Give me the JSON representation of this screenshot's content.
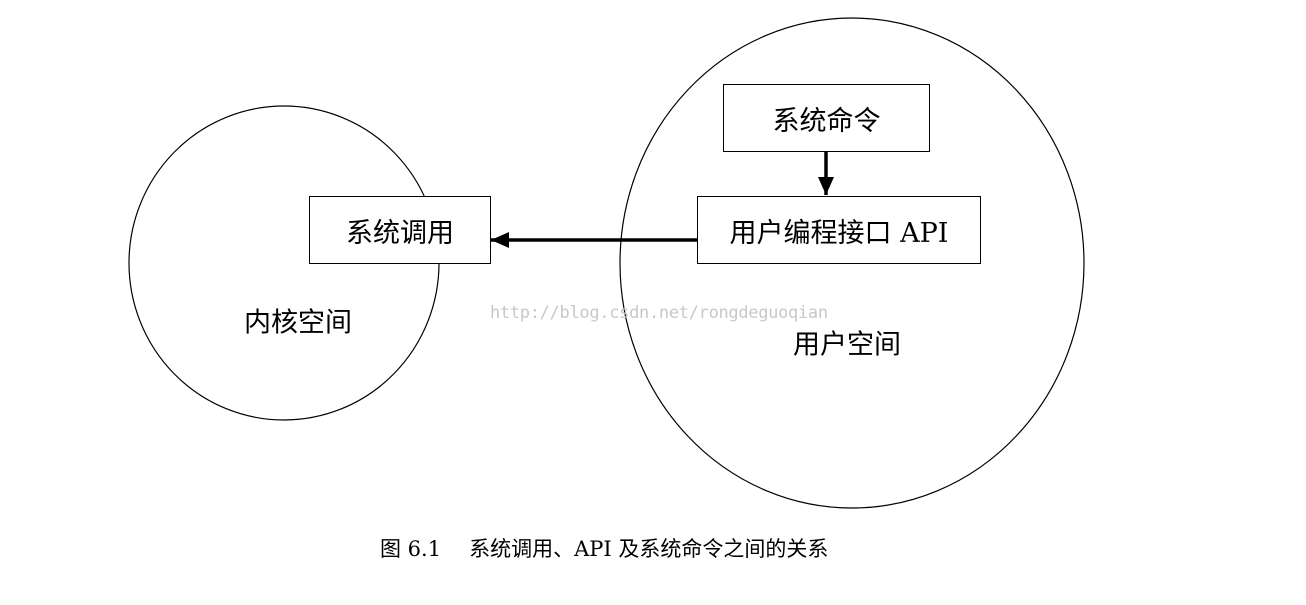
{
  "kernel_space": {
    "label": "内核空间",
    "box": "系统调用"
  },
  "user_space": {
    "label": "用户空间",
    "command_box": "系统命令",
    "api_box": "用户编程接口 API"
  },
  "watermark": "http://blog.csdn.net/rongdeguoqian",
  "caption": {
    "number": "图 6.1",
    "text": "系统调用、API 及系统命令之间的关系"
  }
}
